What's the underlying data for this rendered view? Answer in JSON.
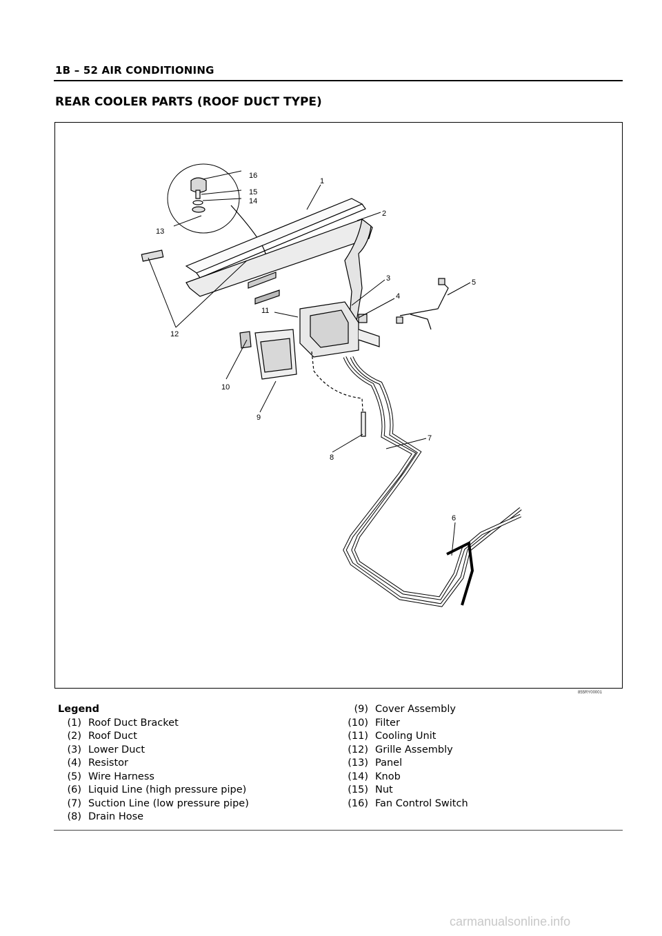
{
  "header": {
    "title": "1B – 52  AIR CONDITIONING"
  },
  "section_title": "REAR COOLER PARTS (ROOF DUCT TYPE)",
  "figure": {
    "code": "855RY00001",
    "callouts": [
      "1",
      "2",
      "3",
      "4",
      "5",
      "6",
      "7",
      "8",
      "9",
      "10",
      "11",
      "12",
      "13",
      "14",
      "15",
      "16"
    ]
  },
  "legend": {
    "title": "Legend",
    "left": [
      {
        "num": "(1)",
        "label": "Roof Duct Bracket"
      },
      {
        "num": "(2)",
        "label": "Roof Duct"
      },
      {
        "num": "(3)",
        "label": "Lower Duct"
      },
      {
        "num": "(4)",
        "label": "Resistor"
      },
      {
        "num": "(5)",
        "label": "Wire Harness"
      },
      {
        "num": "(6)",
        "label": "Liquid Line (high pressure pipe)"
      },
      {
        "num": "(7)",
        "label": "Suction Line (low pressure pipe)"
      },
      {
        "num": "(8)",
        "label": "Drain Hose"
      }
    ],
    "right": [
      {
        "num": "(9)",
        "label": "Cover Assembly"
      },
      {
        "num": "(10)",
        "label": "Filter"
      },
      {
        "num": "(11)",
        "label": "Cooling Unit"
      },
      {
        "num": "(12)",
        "label": "Grille Assembly"
      },
      {
        "num": "(13)",
        "label": "Panel"
      },
      {
        "num": "(14)",
        "label": "Knob"
      },
      {
        "num": "(15)",
        "label": "Nut"
      },
      {
        "num": "(16)",
        "label": "Fan Control Switch"
      }
    ]
  },
  "watermark": "carmanualsonline.info"
}
